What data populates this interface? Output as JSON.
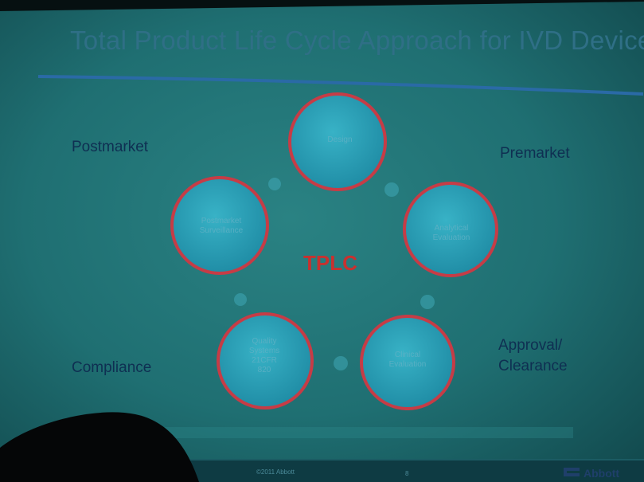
{
  "slide": {
    "title": "Total Product Life Cycle Approach for IVD Device",
    "center_label": "TPLC",
    "stages": {
      "postmarket": "Postmarket",
      "premarket": "Premarket",
      "approval": [
        "Approval/",
        "Clearance"
      ],
      "compliance": "Compliance"
    },
    "circles": {
      "design": "Design",
      "analytical": [
        "Analytical",
        "Evaluation"
      ],
      "clinical": [
        "Clinical",
        "Evaluation"
      ],
      "quality": [
        "Quality",
        "Systems",
        "21CFR",
        "820"
      ],
      "surveillance": [
        "Postmarket",
        "Surveillance"
      ]
    },
    "footer": {
      "copyright": "©2011 Abbott",
      "page_number": "8",
      "brand": "Abbott"
    }
  },
  "colors": {
    "slide_background": "#1f6f72",
    "title_text": "#2f6f86",
    "rule_line": "#2a6aa6",
    "circle_fill": "#2a9bb1",
    "circle_ring": "#c63c46",
    "center_label": "#c8312f",
    "stage_text": "#0f2f52"
  },
  "icons": [
    "abbott-logo-icon",
    "cycle-arrow-icon"
  ]
}
